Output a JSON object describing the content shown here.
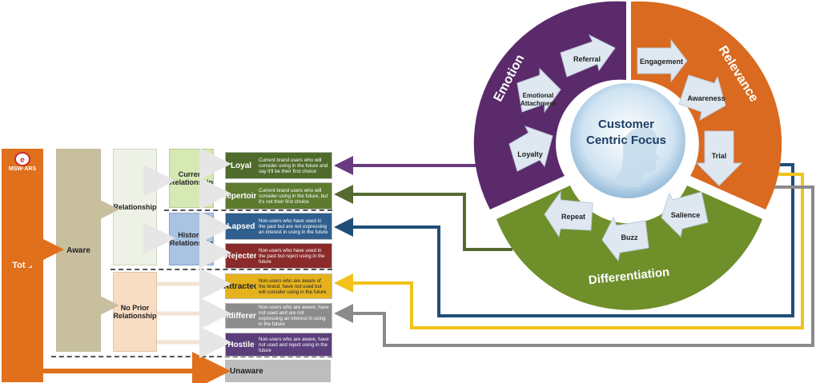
{
  "logo": {
    "text": "MSW·ARS"
  },
  "left": {
    "total": "Total",
    "aware": "Aware",
    "relationship": "Relationship",
    "no_prior_line1": "No Prior",
    "no_prior_line2": "Relationship",
    "current_line1": "Current",
    "current_line2": "Relationship",
    "historic_line1": "Historic",
    "historic_line2": "Relationship",
    "unaware": "Unaware"
  },
  "segments": [
    {
      "name": "Loyal",
      "desc": "Current brand users who will consider using in the future and say it'll be their first choice",
      "color": "#4f6b2b",
      "desc_color": "#4f6b2b"
    },
    {
      "name": "Repertoire",
      "desc": "Current brand users who will consider using in the future, but it's not their first choice",
      "color": "#5d7a2f",
      "desc_color": "#5d7a2f"
    },
    {
      "name": "Lapsed",
      "desc": "Non-users who have used in the past but are not expressing an interest in using in the future",
      "color": "#2f5f8f",
      "desc_color": "#2f5f8f"
    },
    {
      "name": "Rejecter",
      "desc": "Non-users who have used in the past but reject using in the future",
      "color": "#8a2a2a",
      "desc_color": "#8a2a2a"
    },
    {
      "name": "Attracted",
      "desc": "Non-users who are aware of the brand, have not used but will consider using in the future",
      "color": "#e5b21e",
      "desc_color": "#e5b21e"
    },
    {
      "name": "Indifferent",
      "desc": "Non-users who are aware, have not used and are not expressing an interest in using in the future",
      "color": "#8c8c8c",
      "desc_color": "#8c8c8c"
    },
    {
      "name": "Hostile",
      "desc": "Non-users who are aware, have not used and reject using in the future",
      "color": "#5a3d7a",
      "desc_color": "#5a3d7a"
    }
  ],
  "wheel": {
    "center_line1": "Customer",
    "center_line2": "Centric Focus",
    "emotion": "Emotion",
    "relevance": "Relevance",
    "differentiation": "Differentiation",
    "emotion_items": [
      "Referral",
      "Emotional",
      "Attachment",
      "Loyalty"
    ],
    "relevance_items": [
      "Engagement",
      "Awareness",
      "Trial"
    ],
    "differentiation_items": [
      "Repeat",
      "Buzz",
      "Salience"
    ]
  },
  "colors": {
    "orange": "#e0701c",
    "aware": "#c8bf9f",
    "relationship": "#eef2e6",
    "no_prior": "#f9dcc4",
    "current": "#d6e8b4",
    "historic": "#a9c3e3",
    "unaware": "#bdbdbd",
    "emotion": "#5b2a6b",
    "relevance": "#d96a1f",
    "differentiation": "#6f8f2a",
    "purple_line": "#6a3a80",
    "green_line": "#556b2f",
    "blue_line": "#1f4e79",
    "yellow_line": "#f2c21a",
    "gray_line": "#8a8a8a"
  }
}
